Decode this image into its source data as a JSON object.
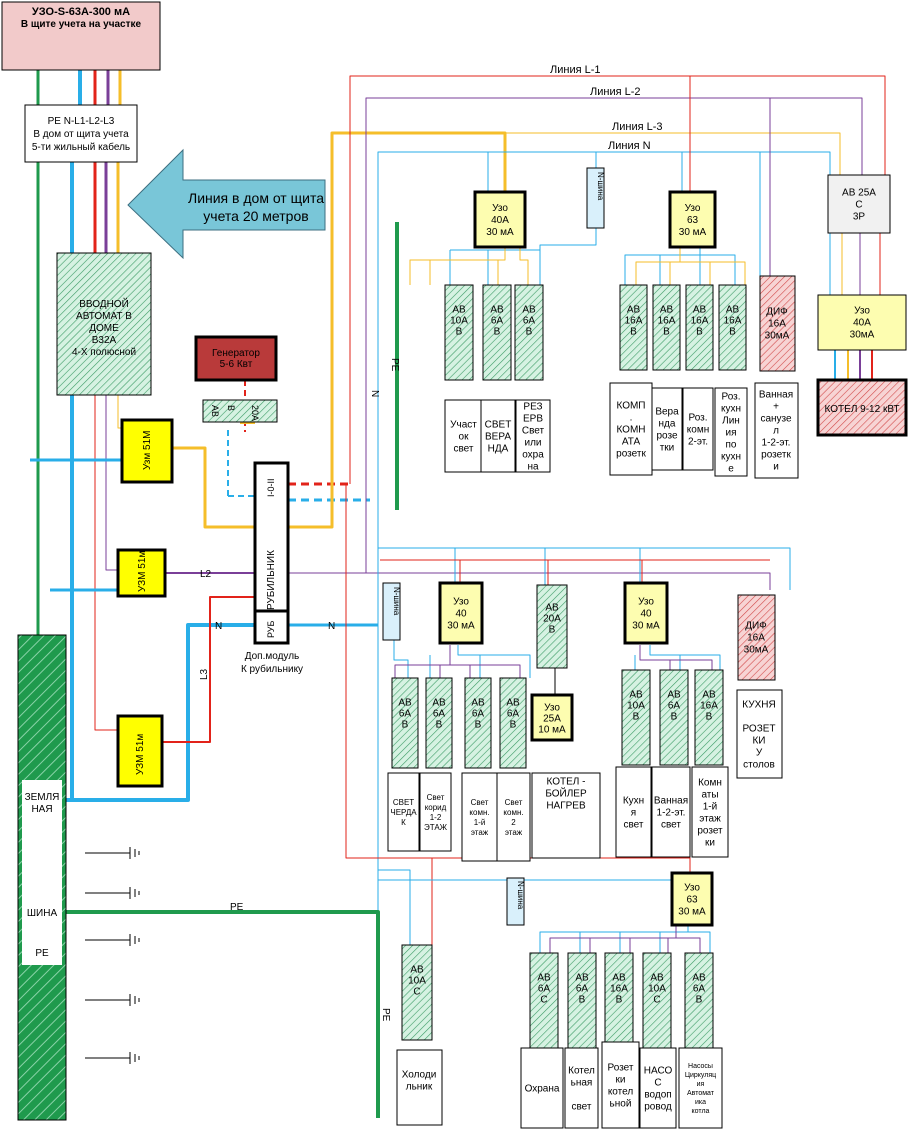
{
  "header": {
    "line1": "УЗО-S-63А-300 мА",
    "line2": "В щите учета  на участке"
  },
  "cable_box": {
    "line1": "РЕ   N-L1-L2-L3",
    "line2": "В дом от щита учета",
    "line3": "5-ти жильный кабель"
  },
  "arrow": {
    "line1": "Линия в  дом от щита",
    "line2": "учета 20 метров"
  },
  "main_breaker": [
    "ВВОДНОЙ",
    "АВТОМАТ В",
    "ДОМЕ",
    "В32А",
    "4-Х полюсной"
  ],
  "generator": [
    "Генератор",
    "5-6  Квт"
  ],
  "gen_breaker": [
    "АВ",
    "В",
    "20А"
  ],
  "uzm": {
    "top": "Узм 51М",
    "mid": "УЗМ 51м",
    "bottom": "УЗМ 51м"
  },
  "switch": {
    "name": "РУБИЛЬНИК",
    "positions": "I-0-II",
    "module": "РУБ",
    "caption1": "Доп.модуль",
    "caption2": "К рубильнику"
  },
  "wire_labels": {
    "l2": "L2",
    "n_left": "N",
    "n_right": "N",
    "l3": "L3",
    "n_vert": "N",
    "pe_top": "РЕ",
    "pe_ground": "РЕ",
    "pe_vert": "РЕ"
  },
  "lines": {
    "l1": "Линия L-1",
    "l2": "Линия L-2",
    "l3": "Линия L-3",
    "n": "Линия N"
  },
  "ground_bus": {
    "text1": [
      "ЗЕМЛЯ",
      "НАЯ"
    ],
    "text2": "ШИНА",
    "text3": "РЕ"
  },
  "n_bus_label": "N-шина",
  "groups": {
    "g1": {
      "rcd": [
        "Узо",
        "40А",
        "30 мА"
      ],
      "breakers": [
        [
          "АВ",
          "10А",
          "В"
        ],
        [
          "АВ",
          "6А",
          "В"
        ],
        [
          "АВ",
          "6А",
          "В"
        ]
      ],
      "loads": [
        [
          "Участ",
          "ок",
          "свет"
        ],
        [
          "СВЕТ",
          "ВЕРА",
          "НДА"
        ],
        [
          "РЕЗ",
          "ЕРВ",
          "Свет",
          "или",
          "охра",
          "на"
        ]
      ]
    },
    "g2": {
      "rcd": [
        "Узо",
        "63",
        "30 мА"
      ],
      "breakers": [
        [
          "АВ",
          "16А",
          "В"
        ],
        [
          "АВ",
          "16А",
          "В"
        ],
        [
          "АВ",
          "16А",
          "В"
        ],
        [
          "АВ",
          "16А",
          "В"
        ]
      ],
      "loads": [
        [
          "КОМП",
          ".",
          "КОМН",
          "АТА",
          "розетк"
        ],
        [
          "Вера",
          "нда",
          "розе",
          "тки"
        ],
        [
          "Роз.",
          "комн",
          "2-эт."
        ],
        [
          "Роз.",
          "кухн",
          "Лин",
          "ия",
          "по",
          "кухн",
          "е"
        ]
      ]
    },
    "g3": {
      "dif": [
        "ДИФ",
        "16А",
        "30мА"
      ],
      "load": [
        "Ванная",
        "+",
        "санузе",
        "л",
        "1-2-эт.",
        "розетк",
        "и"
      ]
    },
    "g4": {
      "ab": [
        "АВ 25А",
        "С",
        "3Р"
      ],
      "rcd": [
        "Узо",
        "40А",
        "30мА"
      ],
      "boiler": "КОТЕЛ 9-12 кВТ"
    },
    "g5": {
      "rcd": [
        "Узо",
        "40",
        "30 мА"
      ],
      "breakers": [
        [
          "АВ",
          "6А",
          "В"
        ],
        [
          "АВ",
          "6А",
          "В"
        ],
        [
          "АВ",
          "6А",
          "В"
        ],
        [
          "АВ",
          "6А",
          "В"
        ]
      ],
      "loads": [
        [
          "СВЕТ",
          "ЧЕРДА",
          "К"
        ],
        [
          "Свет",
          "корид",
          "1-2",
          "ЭТАЖ"
        ],
        [
          "Свет",
          "комн.",
          "1-й",
          "этаж"
        ],
        [
          "Свет",
          "комн.",
          "2",
          "этаж"
        ]
      ]
    },
    "g6": {
      "ab": [
        "АВ",
        "20А",
        "В"
      ],
      "rcd": [
        "Узо",
        "25А",
        "10 мА"
      ],
      "load": [
        "КОТЕЛ -",
        "БОЙЛЕР",
        "НАГРЕВ"
      ]
    },
    "g7": {
      "rcd": [
        "Узо",
        "40",
        "30 мА"
      ],
      "breakers": [
        [
          "АВ",
          "10А",
          "В"
        ],
        [
          "АВ",
          "6А",
          "В"
        ],
        [
          "АВ",
          "16А",
          "В"
        ]
      ],
      "loads": [
        [
          "Кухн",
          "я",
          "свет"
        ],
        [
          "Ванная",
          "1-2-эт.",
          "свет"
        ],
        [
          "Комн",
          "аты",
          "1-й",
          "этаж",
          "розет",
          "ки"
        ]
      ]
    },
    "g8": {
      "dif": [
        "ДИФ",
        "16А",
        "30мА"
      ],
      "load": [
        "КУХНЯ",
        "",
        "РОЗЕТ",
        "КИ",
        "У",
        "столов"
      ]
    },
    "g9": {
      "breaker": [
        "АВ",
        "10А",
        "С"
      ],
      "load": [
        "Холоди",
        "льник"
      ]
    },
    "g10": {
      "rcd": [
        "Узо",
        "63",
        "30 мА"
      ],
      "breakers": [
        [
          "АВ",
          "6А",
          "С"
        ],
        [
          "АВ",
          "6А",
          "В"
        ],
        [
          "АВ",
          "16А",
          "В"
        ],
        [
          "АВ",
          "10А",
          "С"
        ],
        [
          "АВ",
          "6А",
          "В"
        ]
      ],
      "loads": [
        [
          "Охрана"
        ],
        [
          "Котел",
          "ьная",
          "",
          "свет"
        ],
        [
          "Розет",
          "ки",
          "котел",
          "ьной"
        ],
        [
          "НАСО",
          "С",
          "водоп",
          "ровод"
        ],
        [
          "Насосы",
          "Циркуляц",
          "ия",
          "Автомат",
          "ика",
          "котла"
        ]
      ]
    }
  },
  "colors": {
    "phase_l1": "#e2231a",
    "phase_l2": "#7a3f98",
    "phase_l3": "#f5be2a",
    "neutral": "#29aee8",
    "earth": "#1f9a4d",
    "header_fill": "#f2caca",
    "rcd_fill": "#fdfdb0",
    "uzm_fill": "#ffff00",
    "generator_fill": "#b93a3a",
    "arrow_fill": "#79c6d8"
  }
}
